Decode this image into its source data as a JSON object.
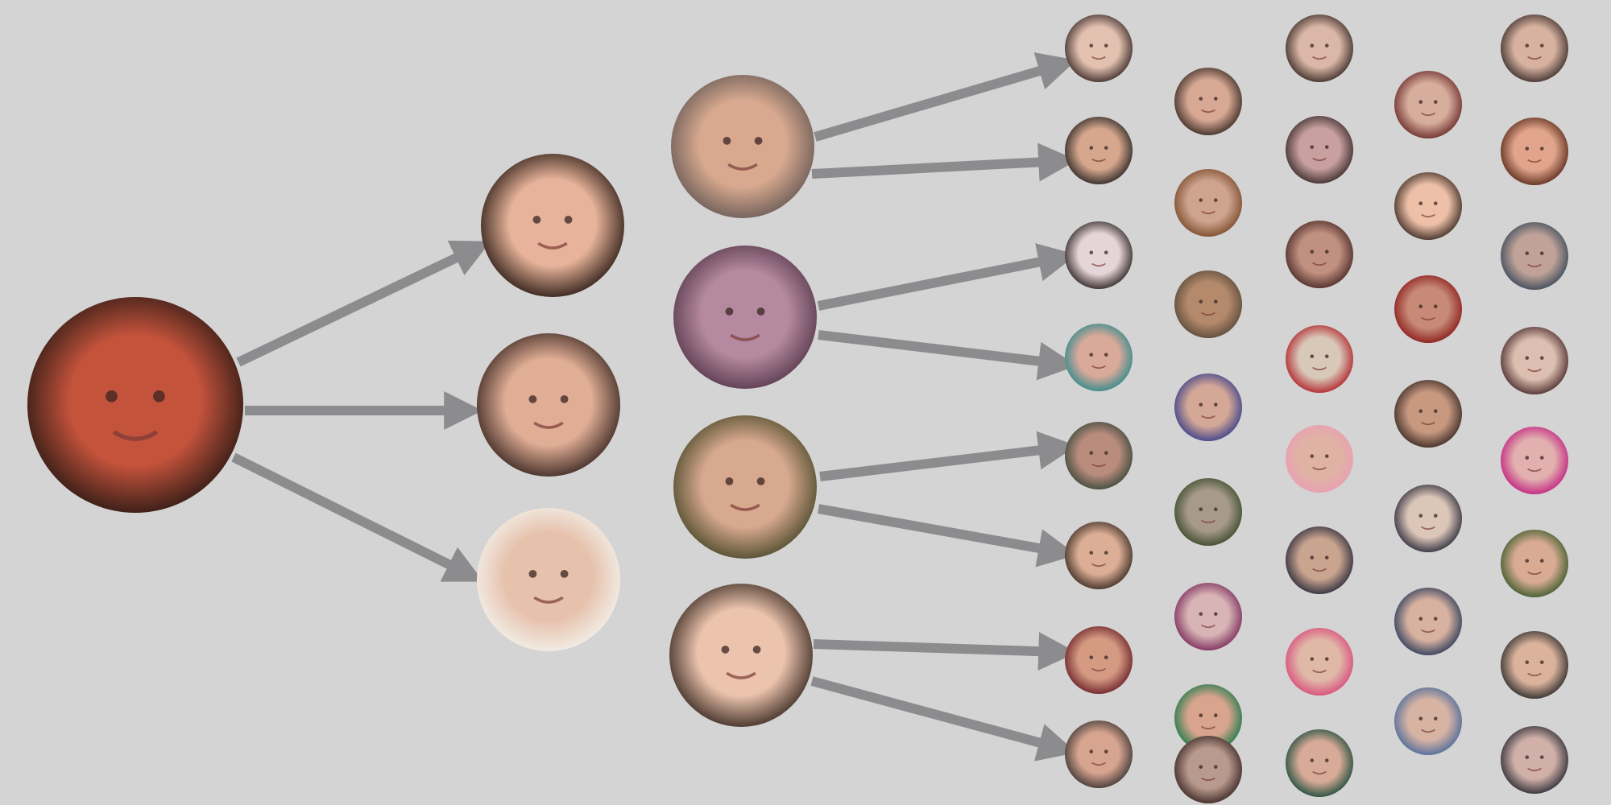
{
  "diagram": {
    "type": "branching-tree",
    "background": "#d4d4d4",
    "arrow_color": "#8c8c8e",
    "direction": "left-to-right",
    "root": {
      "id": "root",
      "label": "",
      "tone": [
        "#c4533c",
        "#2e1a14"
      ],
      "children": [
        {
          "id": "g1-a",
          "label": "",
          "tone": [
            "#e7b39a",
            "#2b1b14"
          ],
          "children": [
            {
              "id": "g2-a",
              "label": "",
              "tone": [
                "#d8a98f",
                "#6b5c57"
              ],
              "children": [
                {
                  "id": "g3-a",
                  "label": "",
                  "tone": [
                    "#e3c1b0",
                    "#3a2a28"
                  ]
                },
                {
                  "id": "g3-b",
                  "label": "",
                  "tone": [
                    "#d6a78d",
                    "#2a2525"
                  ]
                }
              ]
            },
            {
              "id": "g2-b",
              "label": "",
              "tone": [
                "#b58aa0",
                "#5a3a4e"
              ],
              "children": [
                {
                  "id": "g3-c",
                  "label": "",
                  "tone": [
                    "#e6d5d8",
                    "#2b2222"
                  ]
                },
                {
                  "id": "g3-d",
                  "label": "",
                  "tone": [
                    "#d9a99a",
                    "#2f8a8c"
                  ]
                }
              ]
            }
          ]
        },
        {
          "id": "g1-b",
          "label": "",
          "tone": [
            "#e0ad95",
            "#3b2822"
          ],
          "children": [
            {
              "id": "g2-c",
              "label": "",
              "tone": [
                "#d7a98e",
                "#4e4a2c"
              ],
              "children": [
                {
                  "id": "g3-e",
                  "label": "",
                  "tone": [
                    "#ba8c7e",
                    "#3b4a3a"
                  ]
                },
                {
                  "id": "g3-f",
                  "label": "",
                  "tone": [
                    "#dcae95",
                    "#3b2c24"
                  ]
                }
              ]
            },
            {
              "id": "g2-d",
              "label": "",
              "tone": [
                "#ecc4ae",
                "#3a2a22"
              ],
              "children": [
                {
                  "id": "g3-g",
                  "label": "",
                  "tone": [
                    "#d59a82",
                    "#6a2028"
                  ]
                },
                {
                  "id": "g3-h",
                  "label": "",
                  "tone": [
                    "#d7a48f",
                    "#3c3534"
                  ]
                }
              ]
            }
          ]
        },
        {
          "id": "g1-c",
          "label": "",
          "tone": [
            "#e6c1ac",
            "#f3f1ea"
          ],
          "children": []
        }
      ]
    },
    "extra_columns": [
      {
        "id": "col-4",
        "items": [
          {
            "id": "c4-1",
            "tone": [
              "#d7a894",
              "#3a2a24"
            ]
          },
          {
            "id": "c4-2",
            "tone": [
              "#cfa48f",
              "#7a4a2a"
            ]
          },
          {
            "id": "c4-3",
            "tone": [
              "#b58a6c",
              "#5a4a3a"
            ]
          },
          {
            "id": "c4-4",
            "tone": [
              "#d4a896",
              "#3a3e8a"
            ]
          },
          {
            "id": "c4-5",
            "tone": [
              "#a89a8a",
              "#3a4a2a"
            ]
          },
          {
            "id": "c4-6",
            "tone": [
              "#d8b4b6",
              "#7a2a5a"
            ]
          },
          {
            "id": "c4-7",
            "tone": [
              "#d8a48e",
              "#1a7a4a"
            ]
          },
          {
            "id": "c4-8",
            "tone": [
              "#b89a8e",
              "#3a2622"
            ]
          }
        ]
      },
      {
        "id": "col-5",
        "items": [
          {
            "id": "c5-1",
            "tone": [
              "#dab7a8",
              "#3a2a24"
            ]
          },
          {
            "id": "c5-2",
            "tone": [
              "#c8a0a0",
              "#3a2a2a"
            ]
          },
          {
            "id": "c5-3",
            "tone": [
              "#c09080",
              "#4a2a26"
            ]
          },
          {
            "id": "c5-4",
            "tone": [
              "#d8c8b8",
              "#b02028"
            ]
          },
          {
            "id": "c5-5",
            "tone": [
              "#e0b2a4",
              "#e8a0b4"
            ]
          },
          {
            "id": "c5-6",
            "tone": [
              "#c9a48f",
              "#2a2a3a"
            ]
          },
          {
            "id": "c5-7",
            "tone": [
              "#e0b8a8",
              "#d84a7a"
            ]
          },
          {
            "id": "c5-8",
            "tone": [
              "#d7ab97",
              "#1a4a3a"
            ]
          }
        ]
      },
      {
        "id": "col-6",
        "items": [
          {
            "id": "c6-1",
            "tone": [
              "#d7ad9c",
              "#6a2a2a"
            ]
          },
          {
            "id": "c6-2",
            "tone": [
              "#eec0a8",
              "#3a2a22"
            ]
          },
          {
            "id": "c6-3",
            "tone": [
              "#c68a76",
              "#8a1a1a"
            ]
          },
          {
            "id": "c6-4",
            "tone": [
              "#c8987f",
              "#3a2a26"
            ]
          },
          {
            "id": "c6-5",
            "tone": [
              "#dcc6b8",
              "#2a2a3a"
            ]
          },
          {
            "id": "c6-6",
            "tone": [
              "#d8b2a0",
              "#2a3a5a"
            ]
          },
          {
            "id": "c6-7",
            "tone": [
              "#d7b3a4",
              "#4a6a9a"
            ]
          }
        ]
      },
      {
        "id": "col-7",
        "items": [
          {
            "id": "c7-1",
            "tone": [
              "#d8b2a0",
              "#3a2e2a"
            ]
          },
          {
            "id": "c7-2",
            "tone": [
              "#e1a58c",
              "#5a2a1a"
            ]
          },
          {
            "id": "c7-3",
            "tone": [
              "#c0a298",
              "#3a4a5a"
            ]
          },
          {
            "id": "c7-4",
            "tone": [
              "#dcbfb0",
              "#4a2a2a"
            ]
          },
          {
            "id": "c7-5",
            "tone": [
              "#e2b0ae",
              "#c02080"
            ]
          },
          {
            "id": "c7-6",
            "tone": [
              "#d8ab92",
              "#3a5a2a"
            ]
          },
          {
            "id": "c7-7",
            "tone": [
              "#dbb29c",
              "#2a2a2a"
            ]
          },
          {
            "id": "c7-8",
            "tone": [
              "#d0b0a8",
              "#2a2a34"
            ]
          }
        ]
      }
    ]
  }
}
